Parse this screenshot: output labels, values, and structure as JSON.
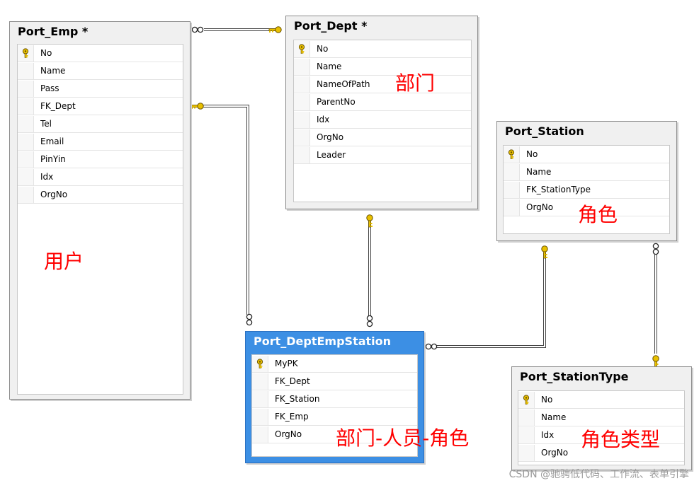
{
  "tables": [
    {
      "key": "emp",
      "title": "Port_Emp *",
      "selected": false,
      "columns": [
        {
          "name": "No",
          "pk": true
        },
        {
          "name": "Name"
        },
        {
          "name": "Pass"
        },
        {
          "name": "FK_Dept"
        },
        {
          "name": "Tel"
        },
        {
          "name": "Email"
        },
        {
          "name": "PinYin"
        },
        {
          "name": "Idx"
        },
        {
          "name": "OrgNo"
        }
      ]
    },
    {
      "key": "dept",
      "title": "Port_Dept *",
      "selected": false,
      "columns": [
        {
          "name": "No",
          "pk": true
        },
        {
          "name": "Name"
        },
        {
          "name": "NameOfPath"
        },
        {
          "name": "ParentNo"
        },
        {
          "name": "Idx"
        },
        {
          "name": "OrgNo"
        },
        {
          "name": "Leader"
        }
      ]
    },
    {
      "key": "station",
      "title": "Port_Station",
      "selected": false,
      "columns": [
        {
          "name": "No",
          "pk": true
        },
        {
          "name": "Name"
        },
        {
          "name": "FK_StationType"
        },
        {
          "name": "OrgNo"
        }
      ]
    },
    {
      "key": "des",
      "title": "Port_DeptEmpStation",
      "selected": true,
      "columns": [
        {
          "name": "MyPK",
          "pk": true
        },
        {
          "name": "FK_Dept"
        },
        {
          "name": "FK_Station"
        },
        {
          "name": "FK_Emp"
        },
        {
          "name": "OrgNo"
        }
      ]
    },
    {
      "key": "stype",
      "title": "Port_StationType",
      "selected": false,
      "columns": [
        {
          "name": "No",
          "pk": true
        },
        {
          "name": "Name"
        },
        {
          "name": "Idx"
        },
        {
          "name": "OrgNo"
        }
      ]
    }
  ],
  "labels": {
    "emp": "用户",
    "dept": "部门",
    "station": "角色",
    "des": "部门-人员-角色",
    "stype": "角色类型"
  },
  "watermark": "CSDN @驰骋低代码、工作流、表单引擎",
  "colors": {
    "label": "#ff0000",
    "selected_header": "#3c8fe4",
    "key_icon": "#e0b800"
  },
  "relationships": [
    {
      "from": "Port_Emp",
      "to": "Port_Dept",
      "many_end": "Port_Emp",
      "one_end": "Port_Dept"
    },
    {
      "from": "Port_DeptEmpStation",
      "to": "Port_Emp",
      "many_end": "Port_DeptEmpStation",
      "one_end": "Port_Emp"
    },
    {
      "from": "Port_DeptEmpStation",
      "to": "Port_Dept",
      "many_end": "Port_DeptEmpStation",
      "one_end": "Port_Dept"
    },
    {
      "from": "Port_DeptEmpStation",
      "to": "Port_Station",
      "many_end": "Port_DeptEmpStation",
      "one_end": "Port_Station"
    },
    {
      "from": "Port_Station",
      "to": "Port_StationType",
      "many_end": "Port_Station",
      "one_end": "Port_StationType"
    }
  ]
}
